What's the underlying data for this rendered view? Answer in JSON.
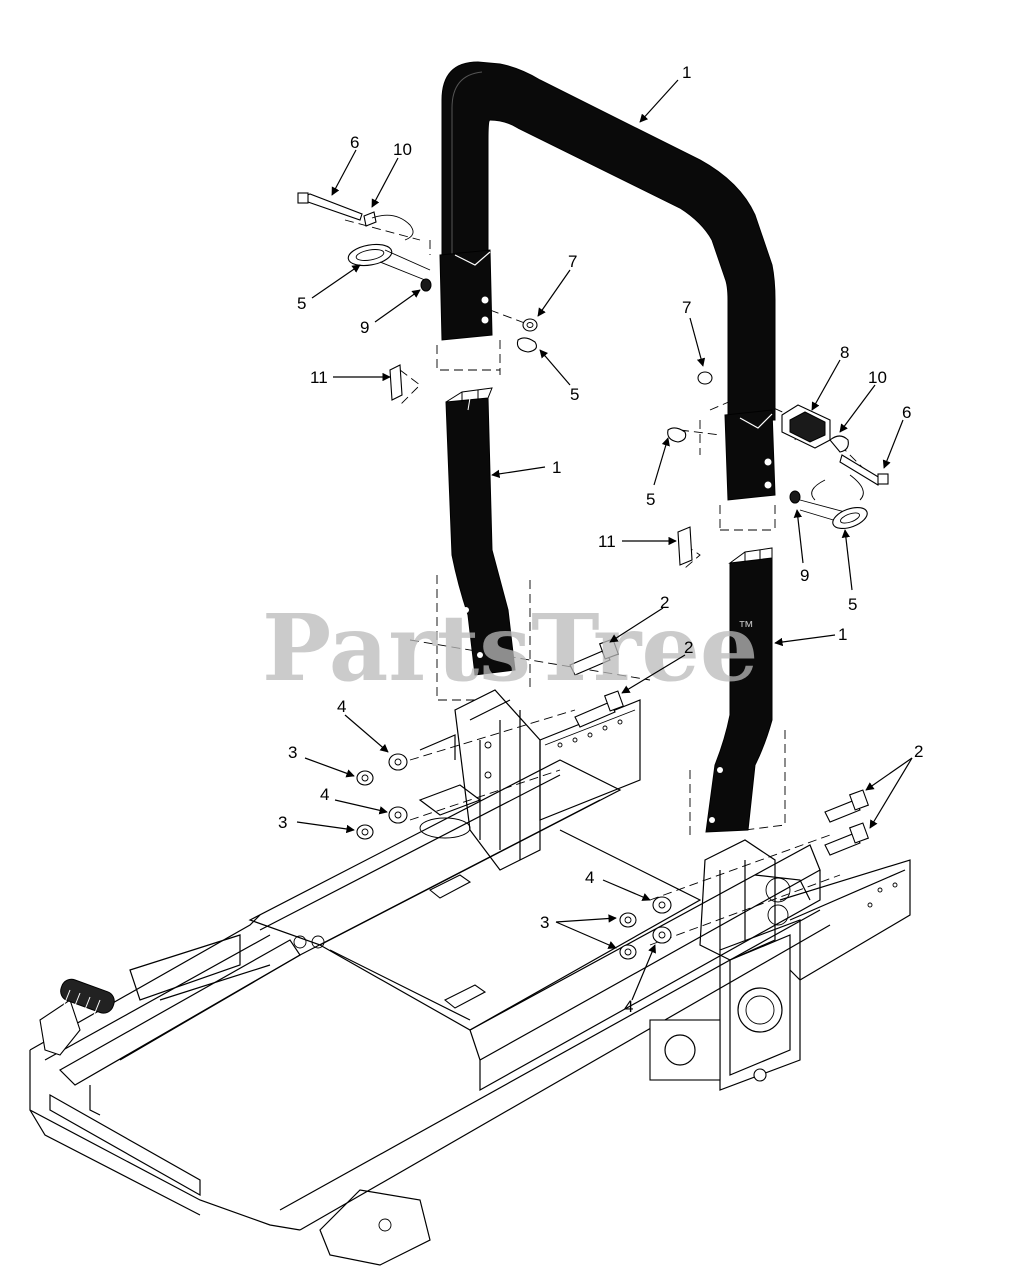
{
  "watermark": {
    "text": "PartsTree",
    "trademark": "™"
  },
  "callouts": [
    {
      "id": "c1",
      "label": "1"
    },
    {
      "id": "c2",
      "label": "6"
    },
    {
      "id": "c3",
      "label": "10"
    },
    {
      "id": "c4",
      "label": "5"
    },
    {
      "id": "c5",
      "label": "9"
    },
    {
      "id": "c6",
      "label": "7"
    },
    {
      "id": "c7",
      "label": "5"
    },
    {
      "id": "c8",
      "label": "11"
    },
    {
      "id": "c9",
      "label": "1"
    },
    {
      "id": "c10",
      "label": "7"
    },
    {
      "id": "c11",
      "label": "8"
    },
    {
      "id": "c12",
      "label": "10"
    },
    {
      "id": "c13",
      "label": "6"
    },
    {
      "id": "c14",
      "label": "5"
    },
    {
      "id": "c15",
      "label": "11"
    },
    {
      "id": "c16",
      "label": "9"
    },
    {
      "id": "c17",
      "label": "5"
    },
    {
      "id": "c18",
      "label": "1"
    },
    {
      "id": "c19",
      "label": "2"
    },
    {
      "id": "c20",
      "label": "2"
    },
    {
      "id": "c21",
      "label": "4"
    },
    {
      "id": "c22",
      "label": "3"
    },
    {
      "id": "c23",
      "label": "4"
    },
    {
      "id": "c24",
      "label": "3"
    },
    {
      "id": "c25",
      "label": "2"
    },
    {
      "id": "c26",
      "label": "4"
    },
    {
      "id": "c27",
      "label": "3"
    },
    {
      "id": "c28",
      "label": "4"
    }
  ]
}
